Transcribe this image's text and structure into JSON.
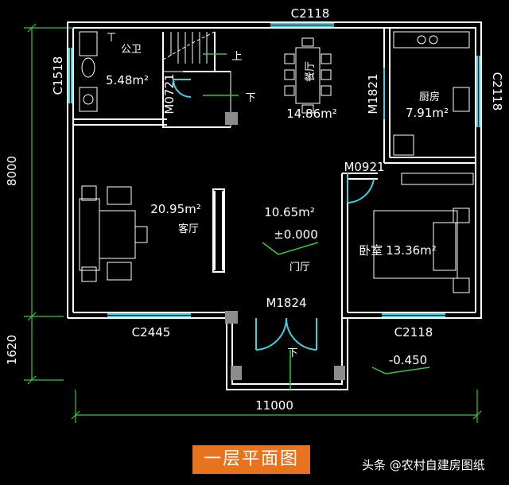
{
  "title": "一层平面图",
  "watermark": "头条 @农村自建房图纸",
  "dimensions": {
    "width_total": "11000",
    "height_main": "8000",
    "height_porch": "1620"
  },
  "window_labels": {
    "top": "C2118",
    "left_top": "C1518",
    "right_top": "C2118",
    "bottom_left": "C2445",
    "bottom_right": "C2118"
  },
  "door_labels": {
    "toilet": "M0721",
    "kitchen": "M1821",
    "bedroom": "M0921",
    "entrance": "M1824"
  },
  "rooms": {
    "toilet": {
      "name": "公卫",
      "area": "5.48m²"
    },
    "dining": {
      "name": "餐厅",
      "area": "14.86m²"
    },
    "kitchen": {
      "name": "厨房",
      "area": "7.91m²"
    },
    "living": {
      "name": "客厅",
      "area": "20.95m²"
    },
    "foyer": {
      "name": "门厅",
      "area": "10.65m²"
    },
    "bedroom": {
      "name": "卧室",
      "area": "13.36m²"
    }
  },
  "elevations": {
    "indoor": "±0.000",
    "outdoor": "-0.450"
  },
  "stair_labels": {
    "up": "上",
    "down": "下",
    "porch_down": "下"
  },
  "colors": {
    "wall": "#ffffff",
    "dimension": "#2ecc40",
    "window": "#3fd0e0",
    "grey_block": "#8c8c8c",
    "accent": "#e8731f"
  }
}
